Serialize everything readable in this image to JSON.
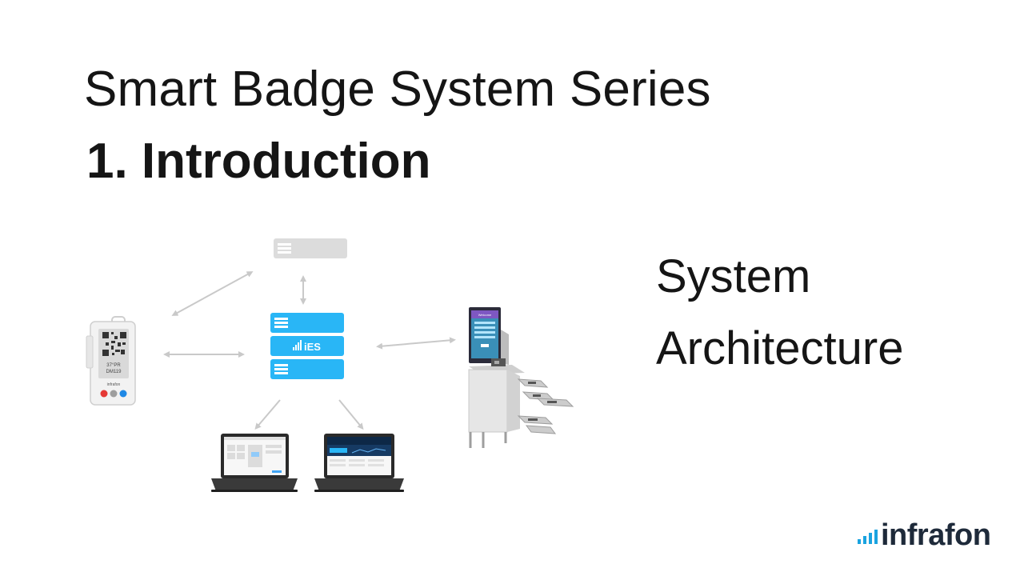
{
  "header": {
    "series_title": "Smart Badge System Series",
    "chapter_title": "1. Introduction"
  },
  "side": {
    "line1": "System",
    "line2": "Architecture"
  },
  "diagram": {
    "server_label": "iES",
    "badge_brand": "infrafon",
    "badge_text_1": "37°PR",
    "badge_text_2": "DM119",
    "kiosk_title": "Welcome",
    "colors": {
      "server_blue": "#29b6f6",
      "server_gray": "#dcdcdc",
      "arrow": "#c9c9c9"
    }
  },
  "logo": {
    "text": "infrafon",
    "color": "#1e2a3a",
    "accent": "#1aa3e0"
  }
}
